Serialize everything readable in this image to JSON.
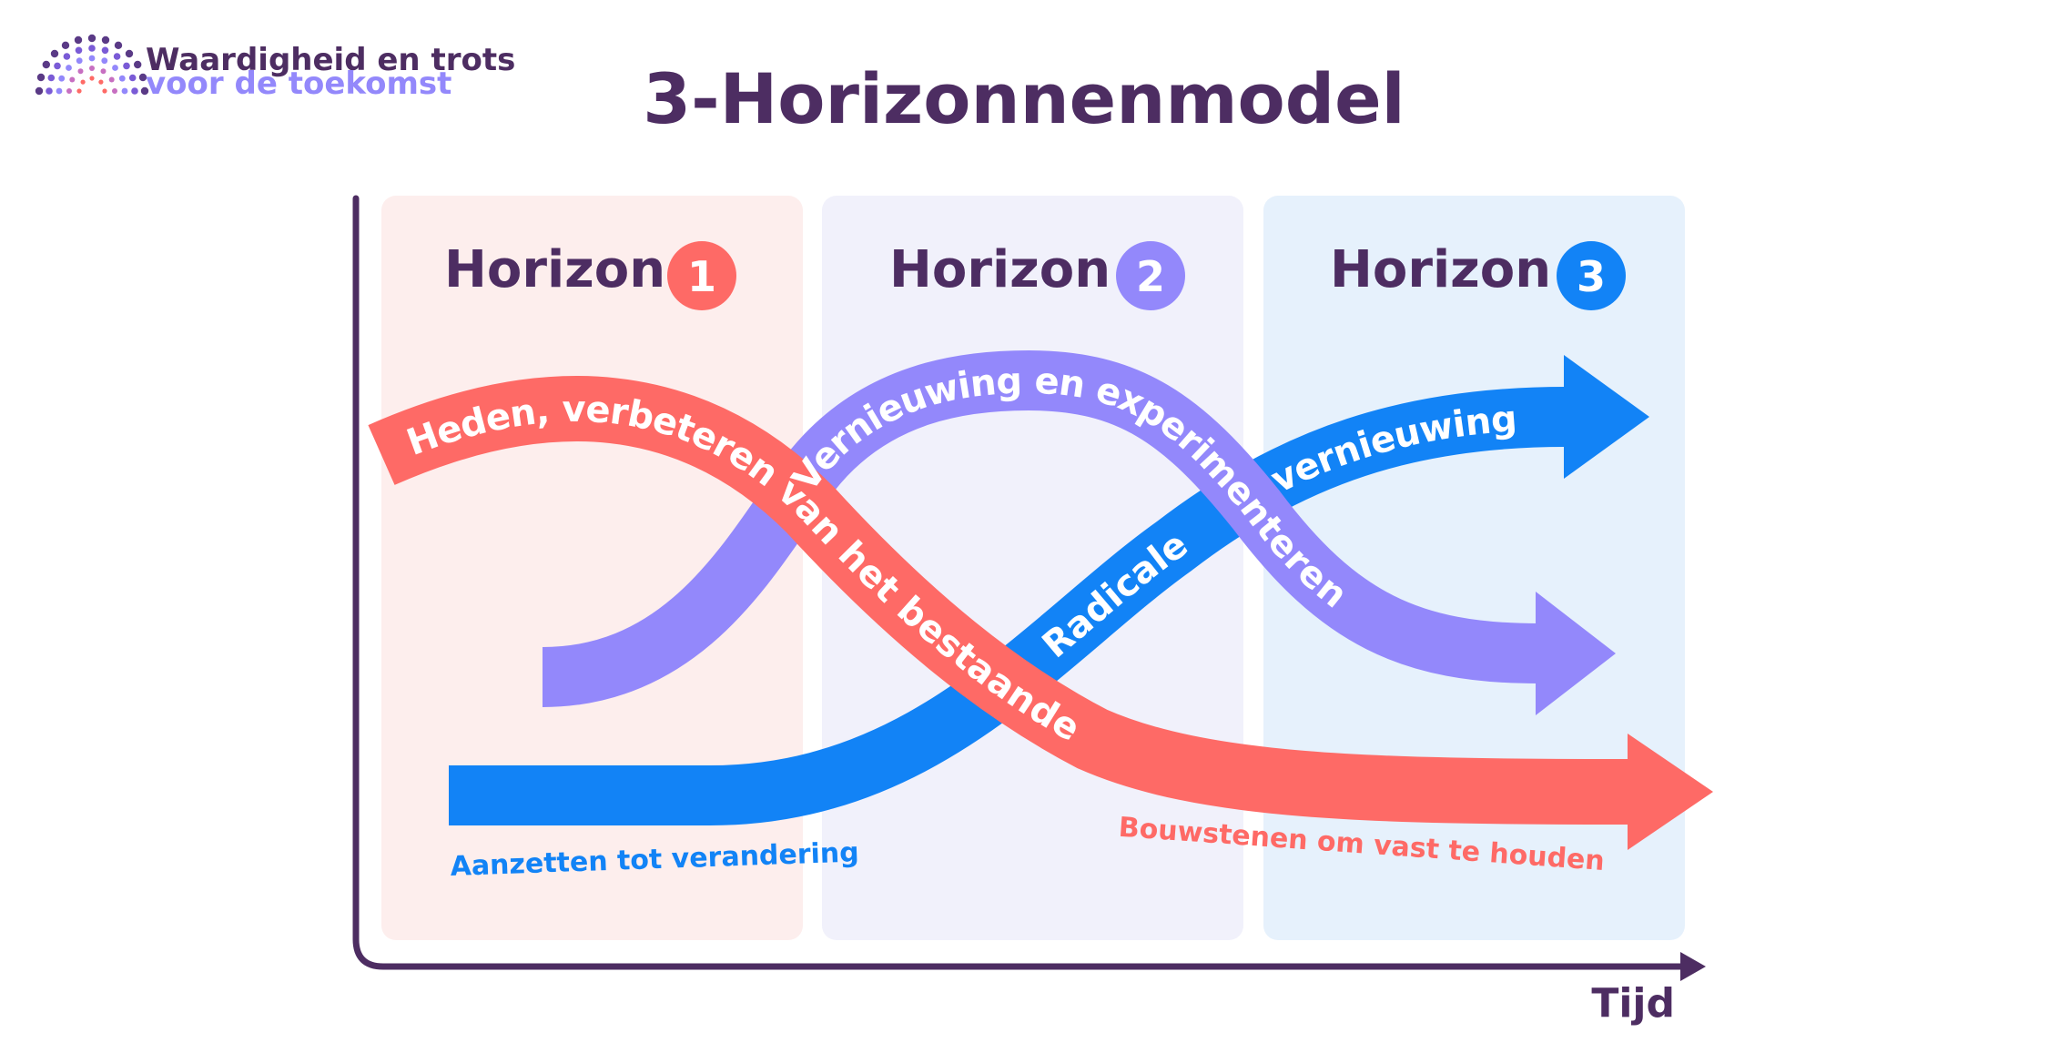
{
  "logo": {
    "line1": "Waardigheid en trots",
    "line2": "voor de toekomst"
  },
  "title": "3-Horizonnenmodel",
  "horizons": [
    {
      "label": "Horizon",
      "number": "1",
      "color": "#fe6a66",
      "panel_color": "#fdeeed"
    },
    {
      "label": "Horizon",
      "number": "2",
      "color": "#9388fb",
      "panel_color": "#f1f1fb"
    },
    {
      "label": "Horizon",
      "number": "3",
      "color": "#1283f6",
      "panel_color": "#e6f1fc"
    }
  ],
  "arrows": {
    "horizon1_text": "Heden, verbeteren van het bestaande",
    "horizon2_text": "Vernieuwing en experimenteren",
    "horizon3_text_a": "Radicale",
    "horizon3_text_b": "vernieuwing"
  },
  "captions": {
    "left": "Aanzetten tot verandering",
    "right": "Bouwstenen om vast te houden"
  },
  "axis": {
    "x_label": "Tijd"
  },
  "colors": {
    "text_dark": "#4d2d62",
    "red": "#fe6a66",
    "purple": "#9388fb",
    "blue": "#1283f6",
    "logo_purple": "#9388fb"
  }
}
